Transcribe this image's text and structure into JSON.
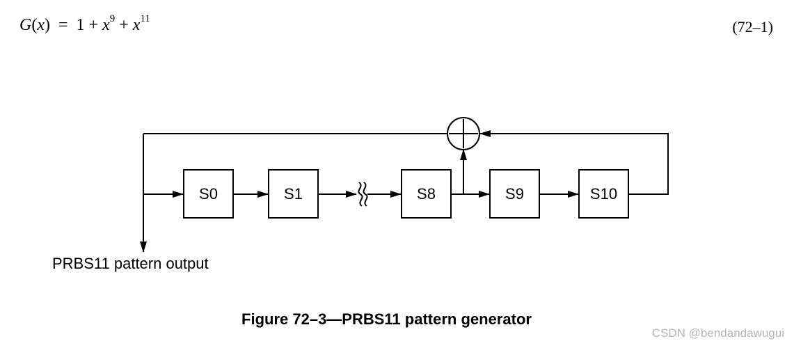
{
  "equation": {
    "lhs": "G",
    "var": "x",
    "one": "1",
    "exp1": "9",
    "exp2": "11",
    "number": "(72–1)"
  },
  "registers": [
    "S0",
    "S1",
    "S8",
    "S9",
    "S10"
  ],
  "output_label": "PRBS11 pattern output",
  "caption": "Figure 72–3—PRBS11 pattern generator",
  "watermark": "CSDN @bendandawugui",
  "colors": {
    "line": "#000000",
    "watermark": "#b5b5b5"
  }
}
